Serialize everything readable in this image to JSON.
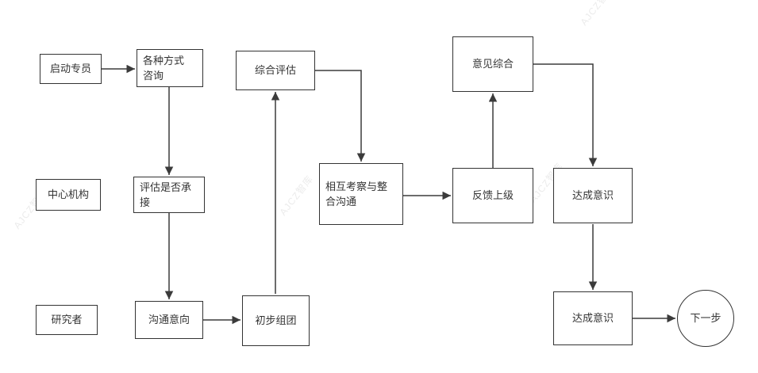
{
  "canvas": {
    "background": "#ffffff",
    "line_color": "#3b3b3b",
    "box_border_color": "#333333",
    "text_color": "#333333"
  },
  "lanes": [
    {
      "id": "start-specialist",
      "label": "启动专员"
    },
    {
      "id": "central-org",
      "label": "中心机构"
    },
    {
      "id": "researcher",
      "label": "研究者"
    }
  ],
  "nodes": {
    "consult": {
      "label": "各种方式\n咨询",
      "shape": "rect"
    },
    "evaluate": {
      "label": "综合评估",
      "shape": "rect"
    },
    "opinion": {
      "label": "意见综合",
      "shape": "rect"
    },
    "assess": {
      "label": "评估是否承\n接",
      "shape": "rect"
    },
    "mutual": {
      "label": "相互考察与整\n合沟通",
      "shape": "rect"
    },
    "feedback": {
      "label": "反馈上级",
      "shape": "rect"
    },
    "consensus1": {
      "label": "达成意识",
      "shape": "rect"
    },
    "intention": {
      "label": "沟通意向",
      "shape": "rect"
    },
    "grouping": {
      "label": "初步组团",
      "shape": "rect"
    },
    "consensus2": {
      "label": "达成意识",
      "shape": "rect"
    },
    "next": {
      "label": "下一步",
      "shape": "circle"
    }
  },
  "edges": [
    {
      "from": "start-specialist",
      "to": "consult"
    },
    {
      "from": "consult",
      "to": "assess"
    },
    {
      "from": "assess",
      "to": "intention"
    },
    {
      "from": "intention",
      "to": "grouping"
    },
    {
      "from": "grouping",
      "to": "evaluate"
    },
    {
      "from": "evaluate",
      "to": "mutual"
    },
    {
      "from": "mutual",
      "to": "feedback"
    },
    {
      "from": "feedback",
      "to": "opinion"
    },
    {
      "from": "opinion",
      "to": "consensus1"
    },
    {
      "from": "consensus1",
      "to": "consensus2"
    },
    {
      "from": "consensus2",
      "to": "next"
    }
  ],
  "decorations": {
    "watermark": "AJCZ智库"
  }
}
